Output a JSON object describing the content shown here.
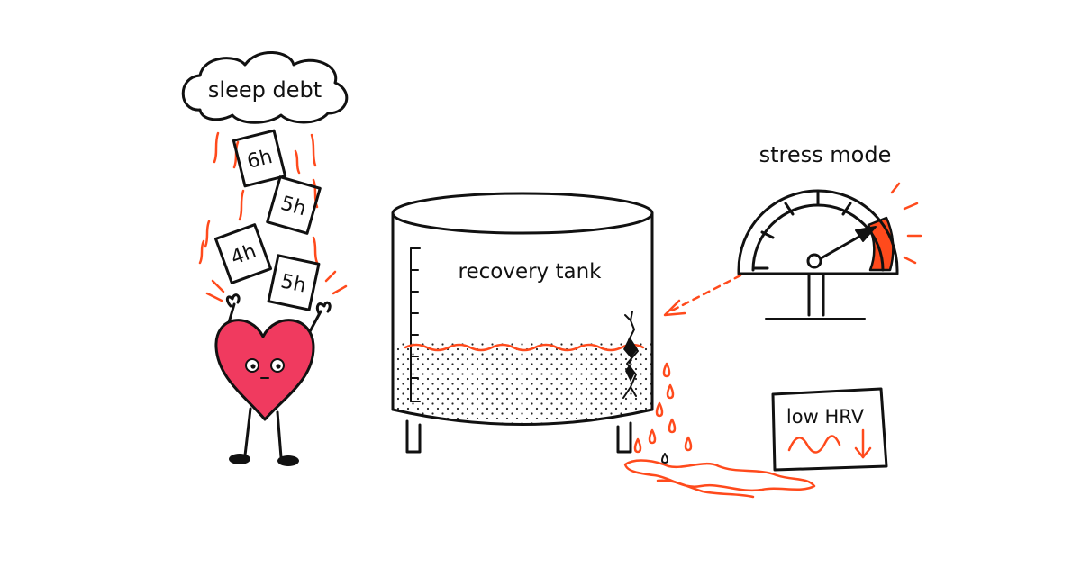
{
  "cloud_label": "sleep debt",
  "sleep_cards": [
    "6h",
    "5h",
    "4h",
    "5h"
  ],
  "tank_label": "recovery tank",
  "gauge_label": "stress mode",
  "hrv_label": "low HRV",
  "colors": {
    "accent": "#ff4a1c",
    "heart": "#f03a5f",
    "ink": "#111111",
    "background": "#ffffff"
  }
}
